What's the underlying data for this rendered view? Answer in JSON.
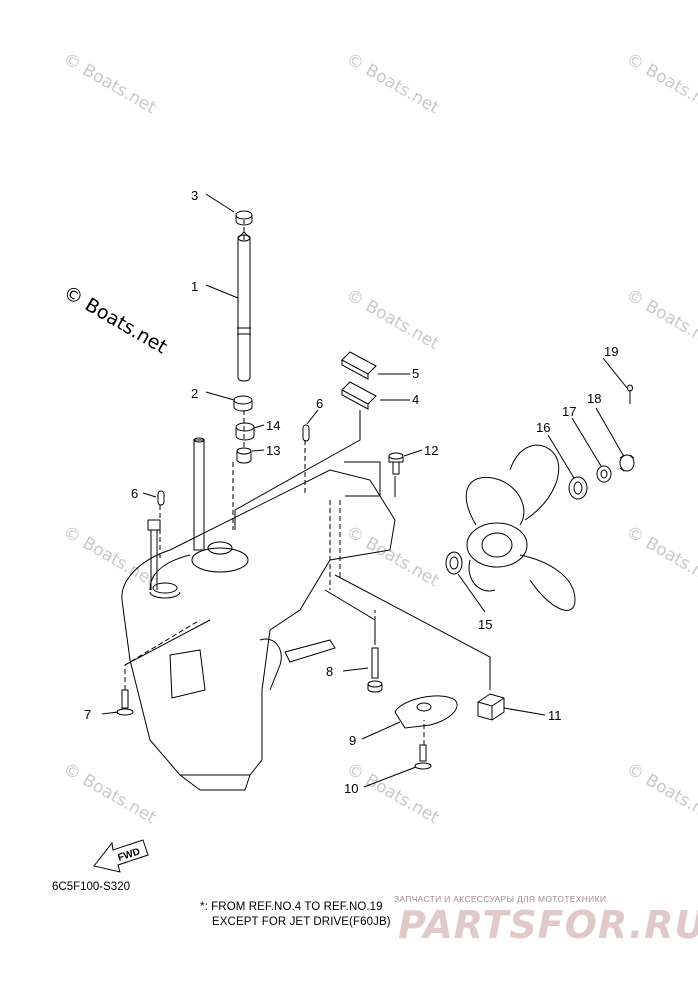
{
  "diagram": {
    "watermark": "© Boats.net",
    "callouts": [
      "1",
      "2",
      "3",
      "4",
      "5",
      "6",
      "6",
      "7",
      "8",
      "9",
      "10",
      "11",
      "12",
      "13",
      "14",
      "15",
      "16",
      "17",
      "18",
      "19"
    ],
    "fwd_label": "FWD",
    "drawing_code": "6C5F100-S320",
    "note_line1": "*: FROM REF.NO.4 TO REF.NO.19",
    "note_line2": "EXCEPT FOR JET DRIVE(F60JB)",
    "partsfor_tagline": "ЗАПЧАСТИ И АКСЕССУАРЫ ДЛЯ МОТОТЕХНИКИ",
    "partsfor_logo": "PARTSFOR.RU"
  }
}
